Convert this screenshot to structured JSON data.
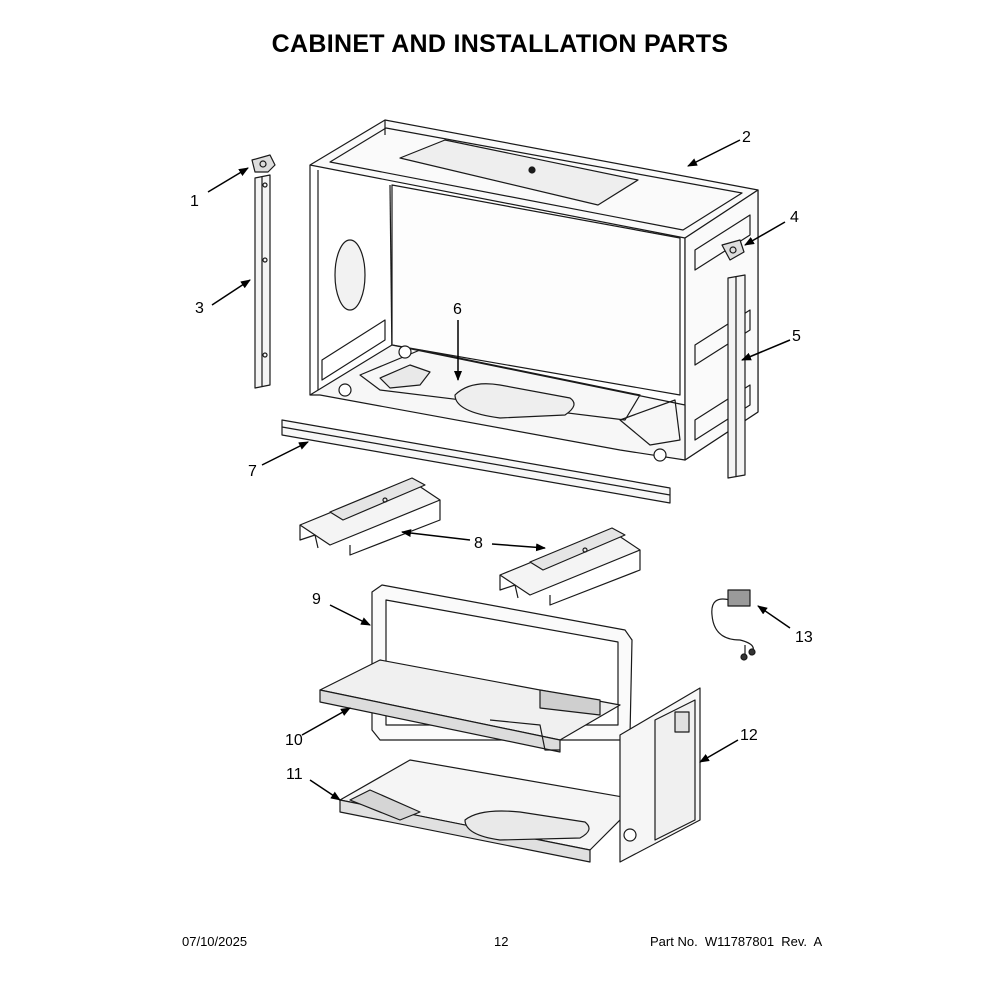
{
  "page": {
    "title": "CABINET AND INSTALLATION PARTS"
  },
  "callouts": [
    "1",
    "2",
    "3",
    "4",
    "5",
    "6",
    "7",
    "8",
    "9",
    "10",
    "11",
    "12",
    "13"
  ],
  "footer": {
    "date": "07/10/2025",
    "page_number": "12",
    "part_no": "Part No.  W11787801  Rev.  A"
  },
  "colors": {
    "line": "#1a1a1a",
    "gray_fill": "#8c8c8c",
    "light_fill": "#e6e6e6"
  }
}
